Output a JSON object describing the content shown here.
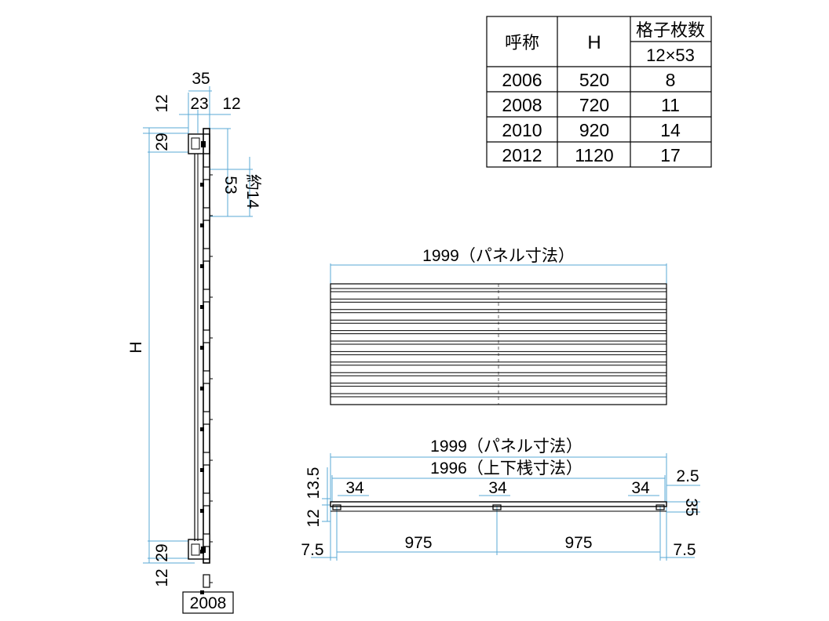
{
  "spec_table": {
    "headers": {
      "name": "呼称",
      "height": "H",
      "count": "格子枚数",
      "count_sub": "12×53"
    },
    "rows": [
      {
        "name": "2006",
        "height": "520",
        "count": "8"
      },
      {
        "name": "2008",
        "height": "720",
        "count": "11"
      },
      {
        "name": "2010",
        "height": "920",
        "count": "14"
      },
      {
        "name": "2012",
        "height": "1120",
        "count": "17"
      }
    ]
  },
  "side_view": {
    "label_height": "H",
    "dim_total_depth": "35",
    "dim_inner": "23",
    "dim_side": "12",
    "dim_top_offset": "12",
    "dim_rail_top": "29",
    "dim_pitch": "53",
    "dim_gap": "約14",
    "dim_rail_bottom": "29",
    "dim_bottom_offset": "12",
    "model_label": "2008"
  },
  "front_view": {
    "dim_panel_width": "1999（パネル寸法）"
  },
  "top_view": {
    "dim_panel_width": "1999（パネル寸法）",
    "dim_rail_width": "1996（上下桟寸法）",
    "dim_post_left": "34",
    "dim_post_mid": "34",
    "dim_post_right": "34",
    "dim_offset_right": "2.5",
    "dim_left_upper": "13.5",
    "dim_left_lower": "12",
    "dim_depth_right": "35",
    "dim_span_left": "975",
    "dim_span_right": "975",
    "dim_edge_left": "7.5",
    "dim_edge_right": "7.5"
  }
}
